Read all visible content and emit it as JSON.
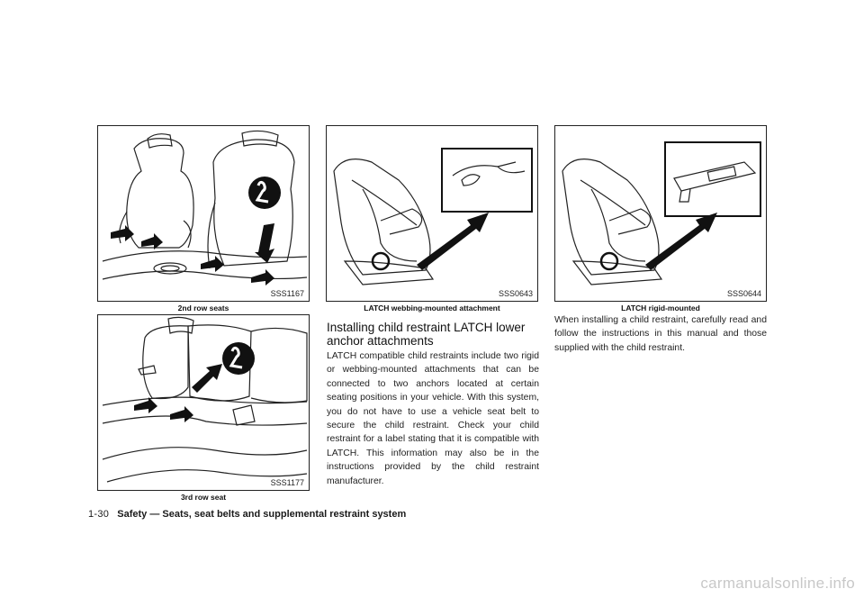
{
  "figures": {
    "fig1": {
      "code": "SSS1167",
      "caption": "2nd row seats"
    },
    "fig2": {
      "code": "SSS1177",
      "caption": "3rd row seat"
    },
    "fig3": {
      "code": "SSS0643",
      "caption": "LATCH webbing-mounted attachment"
    },
    "fig4": {
      "code": "SSS0644",
      "caption": "LATCH rigid-mounted"
    }
  },
  "section": {
    "heading": "Installing child restraint LATCH lower anchor attachments",
    "paragraph": "LATCH compatible child restraints include two rigid or webbing-mounted attachments that can be connected to two anchors located at certain seating positions in your vehicle. With this system, you do not have to use a vehicle seat belt to secure the child restraint. Check your child restraint for a label stating that it is compatible with LATCH. This information may also be in the instructions provided by the child restraint manufacturer."
  },
  "right_column": {
    "paragraph": "When installing a child restraint, carefully read and follow the instructions in this manual and those supplied with the child restraint."
  },
  "footer": {
    "page_number": "1-30",
    "title": "Safety — Seats, seat belts and supplemental restraint system"
  },
  "watermark": "carmanualsonline.info"
}
